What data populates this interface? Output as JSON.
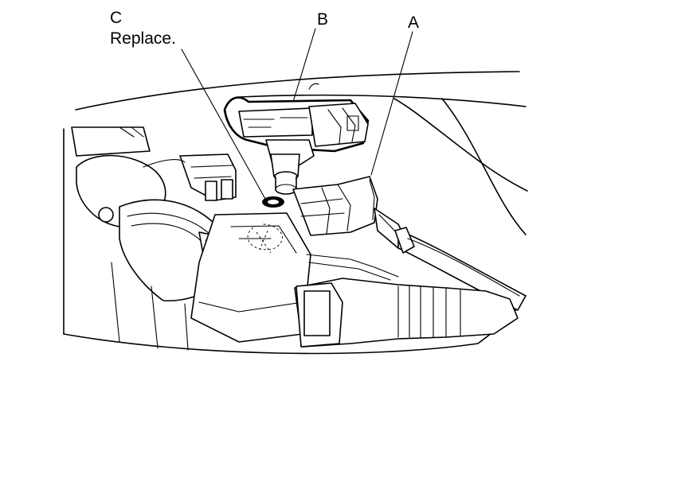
{
  "callouts": {
    "a": "A",
    "b": "B",
    "c": "C",
    "c_note": "Replace."
  }
}
